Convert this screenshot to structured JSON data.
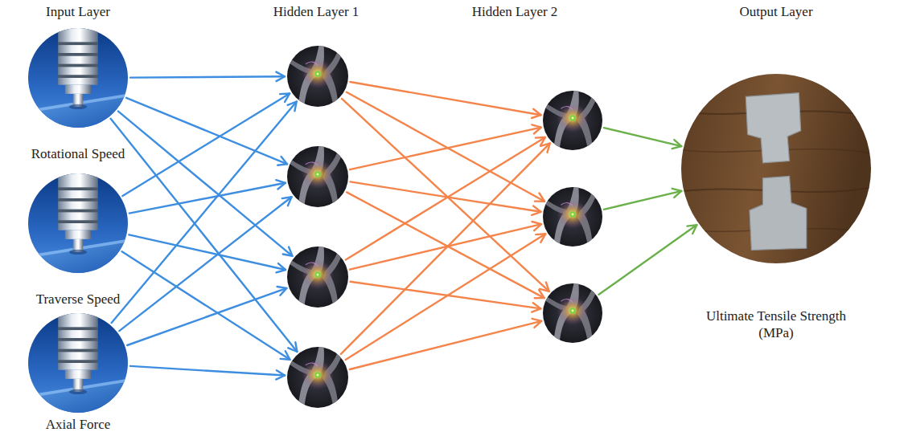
{
  "diagram": {
    "nodes": [
      {
        "text": [
          "Rotational Speed"
        ]
      },
      {
        "text": [
          "Traverse Speed"
        ]
      },
      {
        "text": [
          "Axial Force"
        ]
      },
      {
        "text": []
      },
      {
        "text": []
      },
      {
        "text": []
      },
      {
        "text": []
      },
      {
        "text": []
      },
      {
        "text": []
      },
      {
        "text": []
      },
      {
        "text": [
          "Ultimate Tensile Strength (MPa)"
        ]
      }
    ],
    "edges": [
      {
        "from": 0,
        "to": 3,
        "arrow": "to"
      },
      {
        "from": 0,
        "to": 4,
        "arrow": "to"
      },
      {
        "from": 0,
        "to": 5,
        "arrow": "to"
      },
      {
        "from": 0,
        "to": 6,
        "arrow": "to"
      },
      {
        "from": 1,
        "to": 3,
        "arrow": "to"
      },
      {
        "from": 1,
        "to": 4,
        "arrow": "to"
      },
      {
        "from": 1,
        "to": 5,
        "arrow": "to"
      },
      {
        "from": 1,
        "to": 6,
        "arrow": "to"
      },
      {
        "from": 2,
        "to": 3,
        "arrow": "to"
      },
      {
        "from": 2,
        "to": 4,
        "arrow": "to"
      },
      {
        "from": 2,
        "to": 5,
        "arrow": "to"
      },
      {
        "from": 2,
        "to": 6,
        "arrow": "to"
      },
      {
        "from": 3,
        "to": 7,
        "arrow": "to"
      },
      {
        "from": 3,
        "to": 8,
        "arrow": "to"
      },
      {
        "from": 3,
        "to": 9,
        "arrow": "to"
      },
      {
        "from": 4,
        "to": 7,
        "arrow": "to"
      },
      {
        "from": 4,
        "to": 8,
        "arrow": "to"
      },
      {
        "from": 4,
        "to": 9,
        "arrow": "to"
      },
      {
        "from": 5,
        "to": 7,
        "arrow": "to"
      },
      {
        "from": 5,
        "to": 8,
        "arrow": "to"
      },
      {
        "from": 5,
        "to": 9,
        "arrow": "to"
      },
      {
        "from": 6,
        "to": 7,
        "arrow": "to"
      },
      {
        "from": 6,
        "to": 8,
        "arrow": "to"
      },
      {
        "from": 6,
        "to": 9,
        "arrow": "to"
      },
      {
        "from": 7,
        "to": 10,
        "arrow": "to"
      },
      {
        "from": 8,
        "to": 10,
        "arrow": "to"
      },
      {
        "from": 9,
        "to": 10,
        "arrow": "to"
      }
    ],
    "labels": [
      "Input Layer",
      "Hidden Layer 1",
      "Hidden Layer 2",
      "Output Layer"
    ]
  }
}
